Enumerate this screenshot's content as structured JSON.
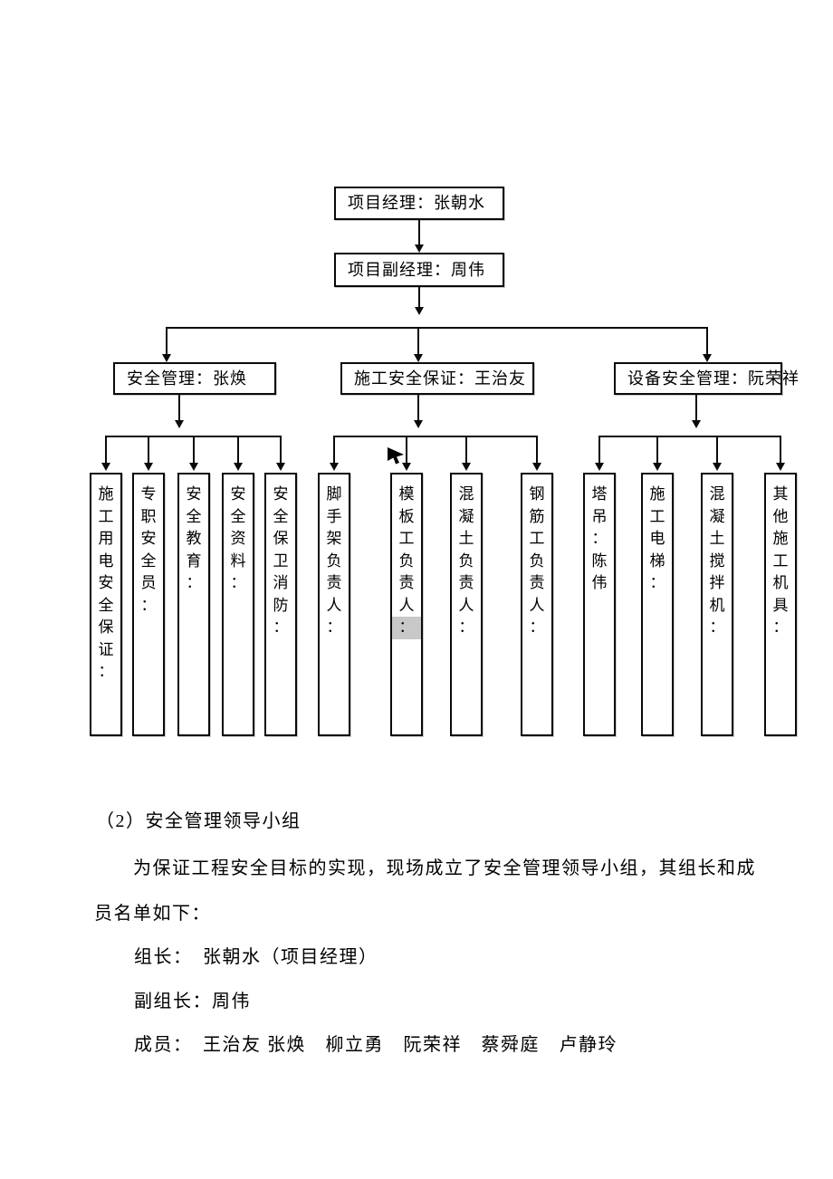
{
  "chart": {
    "level1": {
      "pm": "项目经理：张朝水",
      "dpm": "项目副经理：周伟"
    },
    "level2": [
      {
        "label": "安全管理：张焕"
      },
      {
        "label": "施工安全保证：王治友"
      },
      {
        "label": "设备安全管理：阮荣祥"
      }
    ],
    "groups": [
      {
        "items": [
          {
            "text": "施工用电安全保证："
          },
          {
            "text": "专职安全员："
          },
          {
            "text": "安全教育："
          },
          {
            "text": "安全资料："
          },
          {
            "text": "安全保卫消防："
          }
        ]
      },
      {
        "items": [
          {
            "text": "脚手架负责人："
          },
          {
            "text": "模板工负责人",
            "hl": "："
          },
          {
            "text": "混凝土负责人："
          },
          {
            "text": "钢筋工负责人："
          }
        ]
      },
      {
        "items": [
          {
            "text": "塔吊：陈伟"
          },
          {
            "text": "施工电梯："
          },
          {
            "text": "混凝土搅拌机："
          },
          {
            "text": "其他施工机具："
          }
        ]
      }
    ]
  },
  "body": {
    "heading": "（2）安全管理领导小组",
    "para1": "为保证工程安全目标的实现，现场成立了安全管理领导小组，其组长和成",
    "para2": "员名单如下：",
    "leader": "组长：　张朝水（项目经理）",
    "deputy": "副组长：周伟",
    "members": "成员：　王治友 张焕　柳立勇　阮荣祥　蔡舜庭　卢静玲"
  },
  "colors": {
    "line": "#0a0a0a",
    "highlight": "#c8c8c8"
  }
}
